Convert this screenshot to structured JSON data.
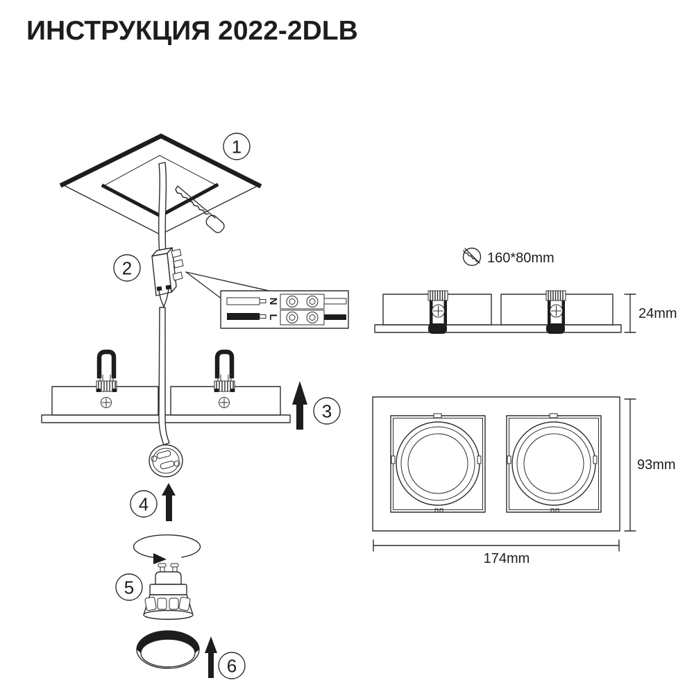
{
  "title": "ИНСТРУКЦИЯ 2022-2DLB",
  "step_numbers": [
    "1",
    "2",
    "3",
    "4",
    "5",
    "6"
  ],
  "wiring_labels": {
    "neutral": "N",
    "live": "L"
  },
  "dimensions": {
    "cutout_size": "160*80mm",
    "recess_depth": "24mm",
    "face_height": "93mm",
    "face_width": "174mm"
  },
  "colors": {
    "line": "#2b2b2b",
    "background": "#ffffff"
  }
}
